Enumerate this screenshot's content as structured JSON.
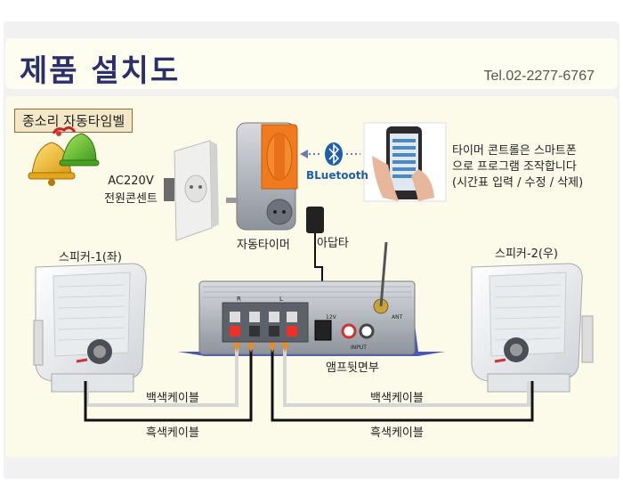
{
  "header": {
    "title": "제품 설치도",
    "phone": "Tel.02-2277-6767"
  },
  "product_label": "종소리 자동타임벨",
  "labels": {
    "outlet_line1": "AC220V",
    "outlet_line2": "전원콘센트",
    "timer": "자동타이머",
    "bluetooth": "BLuetooth",
    "adapter": "아답타",
    "smartphone_line1": "타이머 콘트롤은 스마트폰",
    "smartphone_line2": "으로 프로그램 조작합니다",
    "smartphone_line3": "(시간표 입력 / 수정 / 삭제)",
    "speaker_left": "스피커-1(좌)",
    "speaker_right": "스피커-2(우)",
    "amp_back": "앰프뒷면부",
    "white_cable": "백색케이블",
    "black_cable": "흑색케이블"
  },
  "amp_panel": {
    "r_label": "R",
    "l_label": "L",
    "dc_label": "12V",
    "input_label": "INPUT",
    "ant_label": "ANT"
  },
  "colors": {
    "title": "#2b2f6b",
    "timer_knob": "#f07a1e",
    "bluetooth": "#1f5ea8",
    "cable_white": "#dcdcdc",
    "cable_black": "#111111"
  }
}
